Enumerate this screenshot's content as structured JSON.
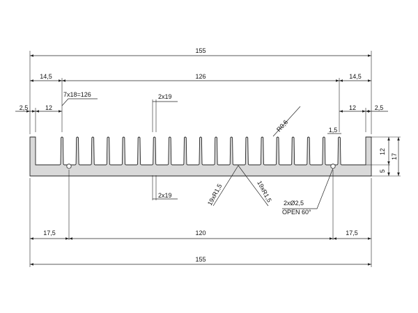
{
  "drawing": {
    "overall_width_top": "155",
    "side_margin_left_top": "14,5",
    "fin_span_top": "126",
    "side_margin_right_top": "14,5",
    "fin_pitch_note": "7x18=126",
    "edge_left": "2,5",
    "edge_width_left": "12",
    "edge_width_right": "12",
    "edge_right": "2,5",
    "slot_width_top": "2x19",
    "slot_width_bottom": "2x19",
    "fin_radius": "R0,6",
    "fin_thickness": "1,5",
    "fin_height": "12",
    "total_height": "17",
    "base_thickness": "5",
    "root_radius_left": "19xR1,5",
    "root_radius_right": "19xR1,5",
    "hole_note_line1": "2xØ2,5",
    "hole_note_line2": "OPEN 60°",
    "hole_margin_left": "17,5",
    "hole_span": "120",
    "hole_margin_right": "17,5",
    "overall_width_bottom": "155"
  },
  "colors": {
    "profile_fill": "#d9d9d9",
    "line": "#222222"
  }
}
